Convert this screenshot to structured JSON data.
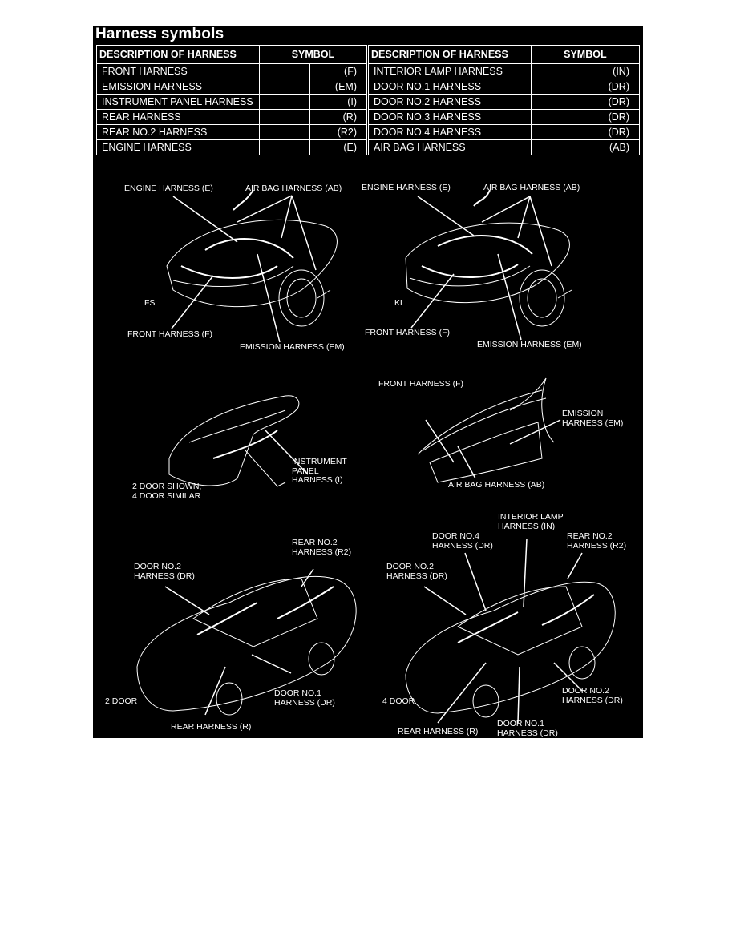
{
  "title": "Harness symbols",
  "table": {
    "headers": {
      "description": "DESCRIPTION OF HARNESS",
      "symbol": "SYMBOL"
    },
    "left_rows": [
      {
        "description": "FRONT HARNESS",
        "symbol": "(F)"
      },
      {
        "description": "EMISSION HARNESS",
        "symbol": "(EM)"
      },
      {
        "description": "INSTRUMENT PANEL HARNESS",
        "symbol": "(I)"
      },
      {
        "description": "REAR HARNESS",
        "symbol": "(R)"
      },
      {
        "description": "REAR NO.2 HARNESS",
        "symbol": "(R2)"
      },
      {
        "description": "ENGINE HARNESS",
        "symbol": "(E)"
      }
    ],
    "right_rows": [
      {
        "description": "INTERIOR LAMP HARNESS",
        "symbol": "(IN)"
      },
      {
        "description": "DOOR NO.1 HARNESS",
        "symbol": "(DR)"
      },
      {
        "description": "DOOR NO.2 HARNESS",
        "symbol": "(DR)"
      },
      {
        "description": "DOOR NO.3 HARNESS",
        "symbol": "(DR)"
      },
      {
        "description": "DOOR NO.4 HARNESS",
        "symbol": "(DR)"
      },
      {
        "description": "AIR BAG HARNESS",
        "symbol": "(AB)"
      }
    ]
  },
  "diagrams": {
    "engine_fs": {
      "engine": "ENGINE HARNESS (E)",
      "airbag": "AIR BAG HARNESS (AB)",
      "code": "FS",
      "front": "FRONT HARNESS (F)",
      "emission": "EMISSION HARNESS (EM)"
    },
    "engine_kl": {
      "engine": "ENGINE HARNESS (E)",
      "airbag": "AIR BAG HARNESS (AB)",
      "code": "KL",
      "front": "FRONT HARNESS (F)",
      "emission": "EMISSION HARNESS (EM)"
    },
    "dash": {
      "instrument_1": "INSTRUMENT",
      "instrument_2": "PANEL",
      "instrument_3": "HARNESS (I)",
      "note_1": "2 DOOR SHOWN;",
      "note_2": "4 DOOR SIMILAR"
    },
    "firewall": {
      "front": "FRONT HARNESS (F)",
      "emission_1": "EMISSION",
      "emission_2": "HARNESS (EM)",
      "airbag": "AIR BAG HARNESS (AB)"
    },
    "two_door": {
      "rear2_1": "REAR NO.2",
      "rear2_2": "HARNESS (R2)",
      "door2_1": "DOOR NO.2",
      "door2_2": "HARNESS (DR)",
      "caption": "2 DOOR",
      "door1_1": "DOOR NO.1",
      "door1_2": "HARNESS (DR)",
      "rear": "REAR HARNESS (R)"
    },
    "four_door": {
      "interior_1": "INTERIOR LAMP",
      "interior_2": "HARNESS (IN)",
      "door4_1": "DOOR NO.4",
      "door4_2": "HARNESS (DR)",
      "rear2_1": "REAR NO.2",
      "rear2_2": "HARNESS (R2)",
      "door2_1": "DOOR NO.2",
      "door2_2": "HARNESS (DR)",
      "caption": "4 DOOR",
      "door2b_1": "DOOR NO.2",
      "door2b_2": "HARNESS (DR)",
      "rear": "REAR HARNESS (R)",
      "door1_1": "DOOR NO.1",
      "door1_2": "HARNESS (DR)"
    }
  }
}
